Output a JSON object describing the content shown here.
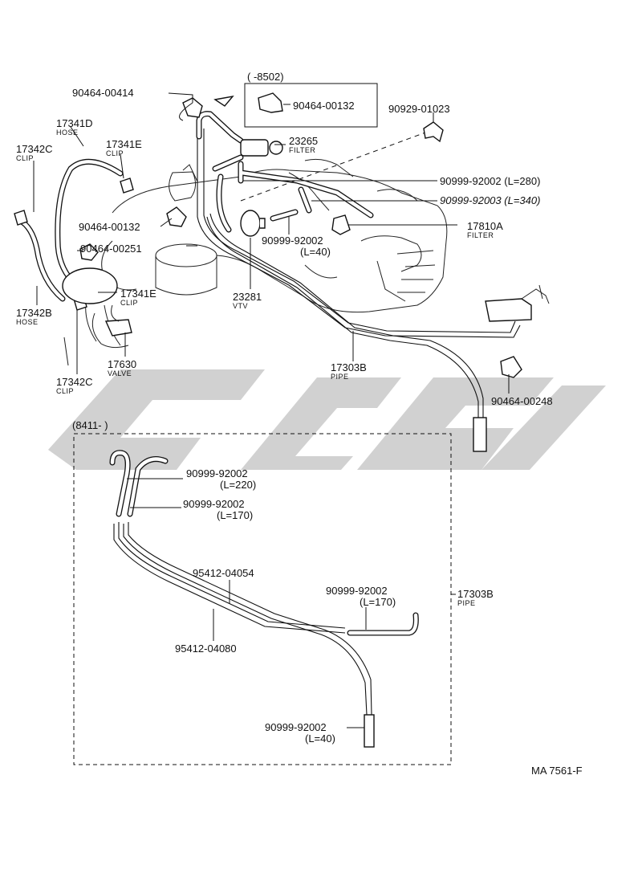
{
  "diagram": {
    "code": "MA 7561-F",
    "variant_top": "(        -8502)",
    "variant_bottom": "(8411-         )",
    "parts": [
      {
        "number": "90464-00414"
      },
      {
        "number": "90464-00132"
      },
      {
        "number": "90929-01023"
      },
      {
        "number": "17341D",
        "name": "HOSE"
      },
      {
        "number": "17341E",
        "name": "CLIP"
      },
      {
        "number": "17342C",
        "name": "CLIP"
      },
      {
        "number": "23265",
        "name": "FILTER"
      },
      {
        "number": "90999-92002 (L=280)"
      },
      {
        "number": "90999-92003 (L=340)"
      },
      {
        "number": "90464-00132"
      },
      {
        "number": "17810A",
        "name": "FILTER"
      },
      {
        "number": "90464-00251"
      },
      {
        "number": "90999-92002",
        "length": "(L=40)"
      },
      {
        "number": "17341E",
        "name": "CLIP"
      },
      {
        "number": "23281",
        "name": "VTV"
      },
      {
        "number": "17342B",
        "name": "HOSE"
      },
      {
        "number": "17630",
        "name": "VALVE"
      },
      {
        "number": "17342C",
        "name": "CLIP"
      },
      {
        "number": "17303B",
        "name": "PIPE"
      },
      {
        "number": "90464-00248"
      },
      {
        "number": "90999-92002",
        "length": "(L=220)"
      },
      {
        "number": "90999-92002",
        "length": "(L=170)"
      },
      {
        "number": "95412-04054"
      },
      {
        "number": "90999-92002",
        "length": "(L=170)"
      },
      {
        "number": "17303B",
        "name": "PIPE"
      },
      {
        "number": "95412-04080"
      },
      {
        "number": "90999-92002",
        "length": "(L=40)"
      }
    ]
  }
}
